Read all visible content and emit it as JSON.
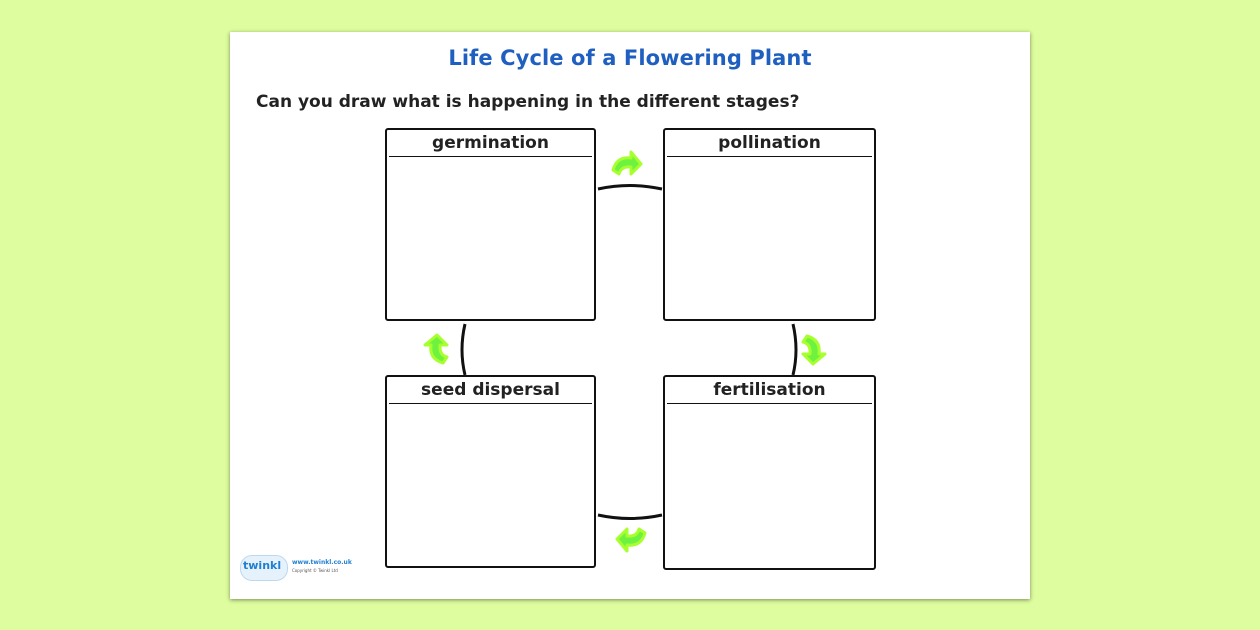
{
  "worksheet": {
    "title": "Life Cycle of a Flowering Plant",
    "instruction": "Can you draw what is happening in the different stages?",
    "stages": [
      {
        "label": "germination"
      },
      {
        "label": "pollination"
      },
      {
        "label": "fertilisation"
      },
      {
        "label": "seed dispersal"
      }
    ]
  },
  "footer": {
    "logo_text": "twinkl",
    "url": "www.twinkl.co.uk",
    "copyright": "Copyright © Twinkl Ltd"
  },
  "colors": {
    "background": "#ddfd9e",
    "title": "#1f5fbf",
    "arrow_fill": "#6df23f",
    "arrow_outline": "#a8ff2e"
  },
  "icons": [
    "cycle-arrow-icon",
    "twinkl-logo"
  ]
}
